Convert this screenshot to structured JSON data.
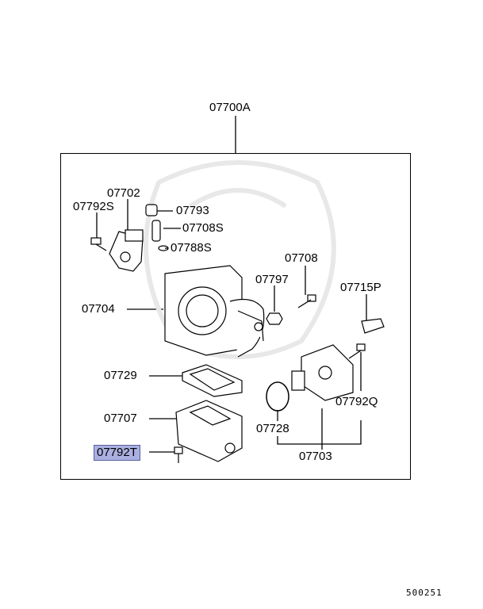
{
  "diagram": {
    "assembly_label": "07700A",
    "parts": [
      {
        "id": "p07702",
        "label": "07702"
      },
      {
        "id": "p07792s",
        "label": "07792S"
      },
      {
        "id": "p07793",
        "label": "07793"
      },
      {
        "id": "p07708s",
        "label": "07708S"
      },
      {
        "id": "p07788s",
        "label": "07788S"
      },
      {
        "id": "p07708",
        "label": "07708"
      },
      {
        "id": "p07797",
        "label": "07797"
      },
      {
        "id": "p07715p",
        "label": "07715P"
      },
      {
        "id": "p07704",
        "label": "07704"
      },
      {
        "id": "p07729",
        "label": "07729"
      },
      {
        "id": "p07792q",
        "label": "07792Q"
      },
      {
        "id": "p07707",
        "label": "07707"
      },
      {
        "id": "p07728",
        "label": "07728"
      },
      {
        "id": "p07792t",
        "label": "07792T",
        "highlighted": true
      },
      {
        "id": "p07703",
        "label": "07703"
      }
    ],
    "highlight_color": "#aab0e0",
    "diagram_code": "500251"
  }
}
